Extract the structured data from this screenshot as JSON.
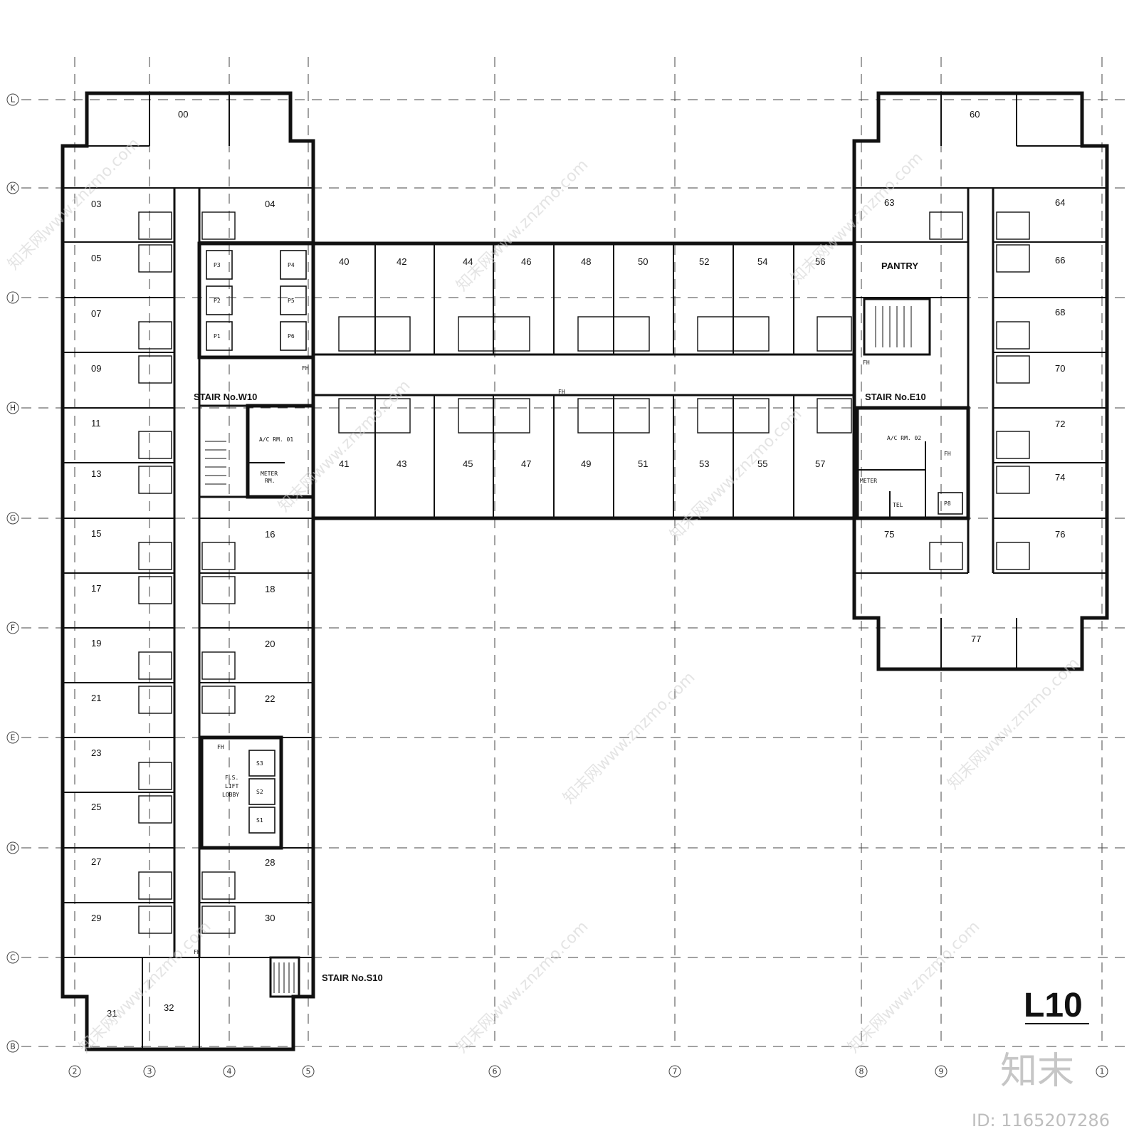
{
  "level_label": "L10",
  "grid": {
    "columns": [
      "2",
      "3",
      "4",
      "5",
      "6",
      "7",
      "8",
      "9",
      "1"
    ],
    "rows": [
      "L",
      "K",
      "J",
      "H",
      "G",
      "F",
      "E",
      "D",
      "C",
      "B"
    ]
  },
  "stairs": {
    "w10": "STAIR No.W10",
    "e10": "STAIR No.E10",
    "s10": "STAIR No.S10"
  },
  "rooms": {
    "pantry": "PANTRY",
    "ac_rm_01": "A/C RM. 01",
    "ac_rm_02": "A/C RM. 02",
    "meter_rm_1": "METER",
    "meter_rm_2": "RM.",
    "meter_e": "METER",
    "tel": "TEL",
    "fs_lift_1": "F.S.",
    "fs_lift_2": "LIFT",
    "fs_lift_3": "LOBBY",
    "fh": "FH"
  },
  "lifts": [
    "P1",
    "P2",
    "P3",
    "P4",
    "P5",
    "P6",
    "P8",
    "S1",
    "S2",
    "S3"
  ],
  "room_numbers": {
    "west_left": [
      "03",
      "05",
      "07",
      "09",
      "11",
      "13",
      "15",
      "17",
      "19",
      "21",
      "23",
      "25",
      "27",
      "29"
    ],
    "west_right": [
      "04",
      "16",
      "18",
      "20",
      "22",
      "28",
      "30"
    ],
    "west_top": "00",
    "south": [
      "31",
      "32"
    ],
    "center_north": [
      "40",
      "42",
      "44",
      "46",
      "48",
      "50",
      "52",
      "54",
      "56"
    ],
    "center_south": [
      "41",
      "43",
      "45",
      "47",
      "49",
      "51",
      "53",
      "55",
      "57"
    ],
    "east_left": [
      "63",
      "75"
    ],
    "east_right": [
      "64",
      "66",
      "68",
      "70",
      "72",
      "74",
      "76"
    ],
    "east_top": "60",
    "east_bottom": "77"
  },
  "watermark": {
    "text": "知末网www.znzmo.com",
    "brand": "知末",
    "id": "ID: 1165207286"
  }
}
